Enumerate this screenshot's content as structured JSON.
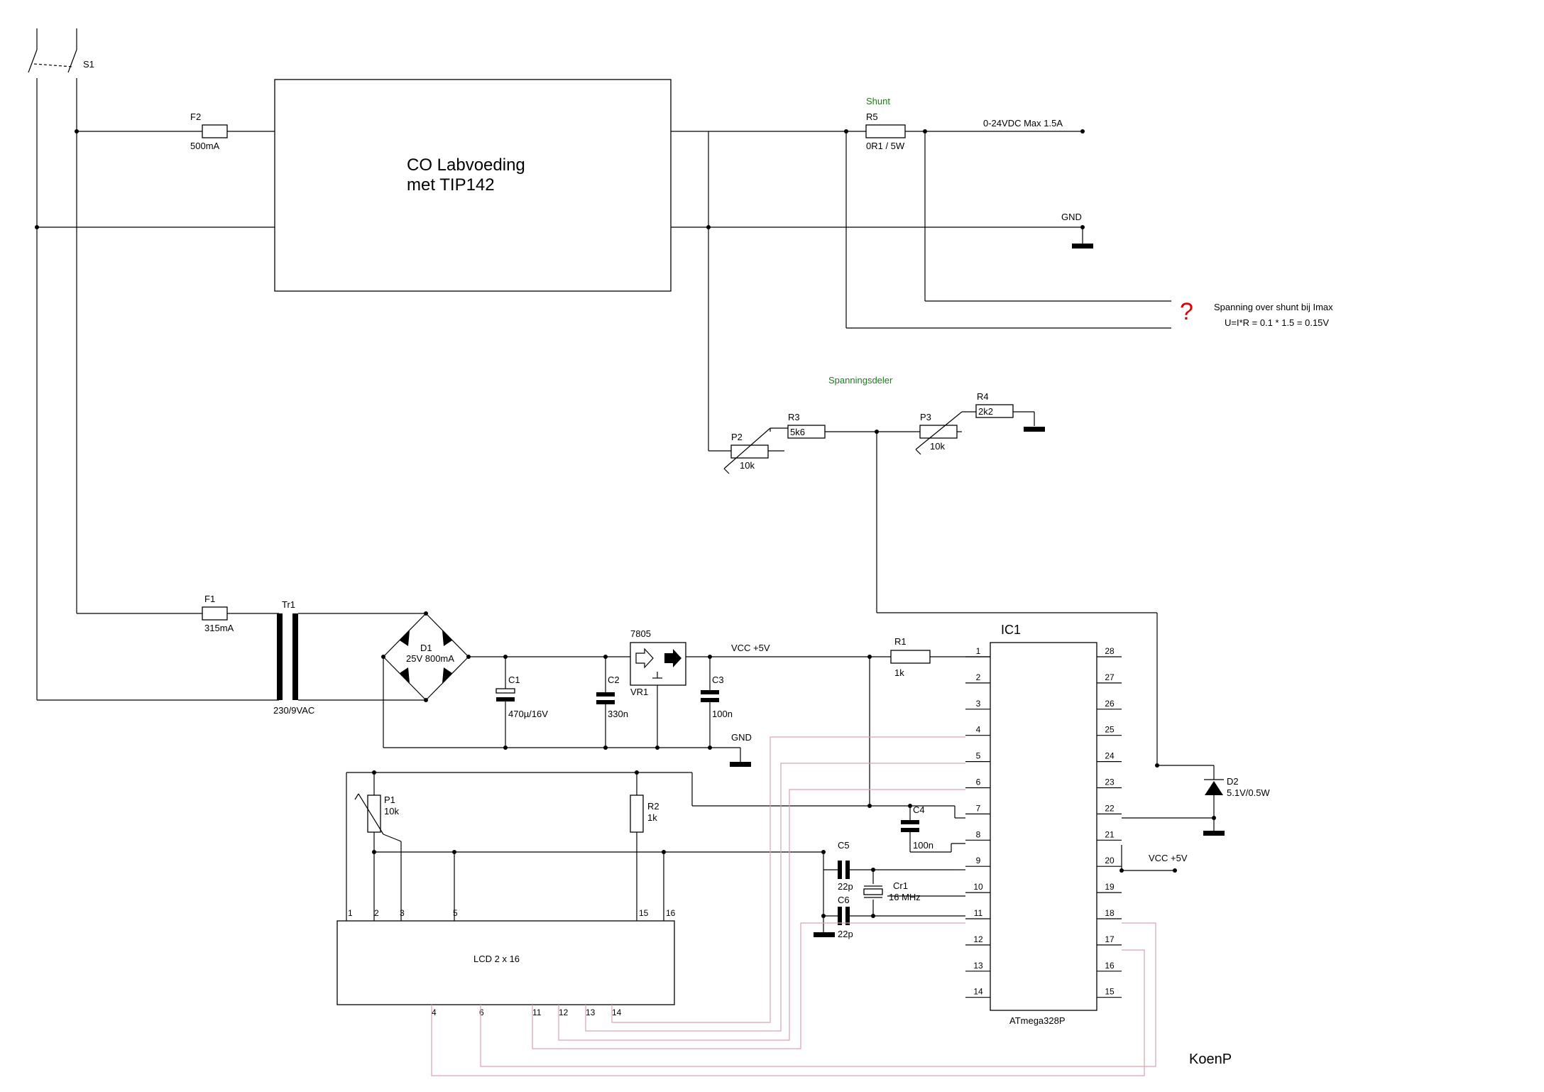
{
  "colors": {
    "wire": "#000000",
    "lcd_wire": "#d9a3ad",
    "note_green": "#1f7a1f",
    "question": "#e00000"
  },
  "labels": {
    "s1": "S1",
    "f2": "F2",
    "f2_val": "500mA",
    "block_line1": "CO Labvoeding",
    "block_line2": "met TIP142",
    "shunt": "Shunt",
    "r5": "R5",
    "r5_val": "0R1 / 5W",
    "out": "0-24VDC Max 1.5A",
    "gnd_top": "GND",
    "question_mark": "?",
    "note1": "Spanning over shunt bij Imax",
    "note2": "U=I*R = 0.1 * 1.5 = 0.15V",
    "divider": "Spanningsdeler",
    "r4": "R4",
    "r4_val": "2k2",
    "r3": "R3",
    "r3_val": "5k6",
    "p2": "P2",
    "p2_val": "10k",
    "p3": "P3",
    "p3_val": "10k",
    "f1": "F1",
    "f1_val": "315mA",
    "tr1": "Tr1",
    "tr1_val": "230/9VAC",
    "d1": "D1",
    "d1_val": "25V 800mA",
    "u7805": "7805",
    "vr1": "VR1",
    "vcc1": "VCC +5V",
    "c1": "C1",
    "c1_val": "470µ/16V",
    "c2": "C2",
    "c2_val": "330n",
    "c3": "C3",
    "c3_val": "100n",
    "gnd_mid": "GND",
    "r1": "R1",
    "r1_val": "1k",
    "ic1": "IC1",
    "ic1_name": "ATmega328P",
    "p1": "P1",
    "p1_val": "10k",
    "r2": "R2",
    "r2_val": "1k",
    "c4": "C4",
    "c4_val": "100n",
    "c5": "C5",
    "c5_val": "22p",
    "c6": "C6",
    "c6_val": "22p",
    "cr1": "Cr1",
    "cr1_val": "16 MHz",
    "d2": "D2",
    "d2_val": "5.1V/0.5W",
    "vcc2": "VCC +5V",
    "lcd": "LCD 2 x 16",
    "author": "KoenP"
  },
  "ic_pins_left": [
    "1",
    "2",
    "3",
    "4",
    "5",
    "6",
    "7",
    "8",
    "9",
    "10",
    "11",
    "12",
    "13",
    "14"
  ],
  "ic_pins_right": [
    "28",
    "27",
    "26",
    "25",
    "24",
    "23",
    "22",
    "21",
    "20",
    "19",
    "18",
    "17",
    "16",
    "15"
  ],
  "lcd_pins_top": [
    "1",
    "2",
    "3",
    "5",
    "15",
    "16"
  ],
  "lcd_pins_bottom": [
    "4",
    "6",
    "11",
    "12",
    "13",
    "14"
  ]
}
